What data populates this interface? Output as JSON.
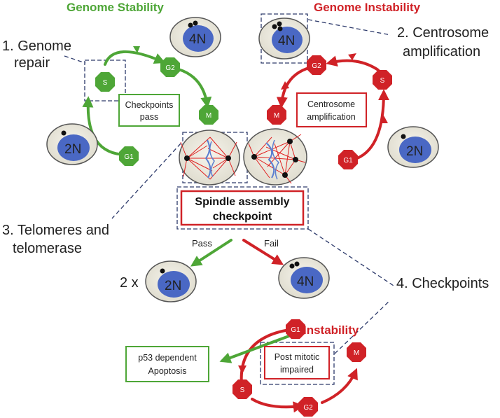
{
  "titles": {
    "left": "Genome Stability",
    "right": "Genome Instability",
    "bottom": "Instability"
  },
  "labels": {
    "genome_repair_line1": "1. Genome",
    "genome_repair_line2": "repair",
    "centrosome_line1": "2. Centrosome",
    "centrosome_line2": "amplification",
    "telomeres_line1": "3. Telomeres and",
    "telomeres_line2": "telomerase",
    "checkpoints": "4. Checkpoints",
    "two_x": "2 x",
    "pass": "Pass",
    "fail": "Fail"
  },
  "boxes": {
    "checkpoints_pass_1": "Checkpoints",
    "checkpoints_pass_2": "pass",
    "centrosome_amp_1": "Centrosome",
    "centrosome_amp_2": "amplification",
    "sac_1": "Spindle assembly",
    "sac_2": "checkpoint",
    "p53_1": "p53 dependent",
    "p53_2": "Apoptosis",
    "post_mitotic_1": "Post mitotic",
    "post_mitotic_2": "impaired"
  },
  "cells": {
    "left_top": "4N",
    "left_bottom": "2N",
    "right_top": "4N",
    "right_bottom": "2N",
    "pass_result": "2N",
    "fail_result": "4N"
  },
  "phases": {
    "left": {
      "s": "S",
      "g2": "G2",
      "m": "M",
      "g1": "G1"
    },
    "right": {
      "g2": "G2",
      "s": "S",
      "m": "M",
      "g1": "G1"
    },
    "bottom": {
      "g1": "G1",
      "m": "M",
      "s": "S",
      "g2": "G2"
    }
  },
  "colors": {
    "green": "#4ea637",
    "red": "#d02227",
    "nucleus": "#4a68c4",
    "cell": "#efece1",
    "dash": "#2d3a6b",
    "spindle": "#e02020"
  }
}
